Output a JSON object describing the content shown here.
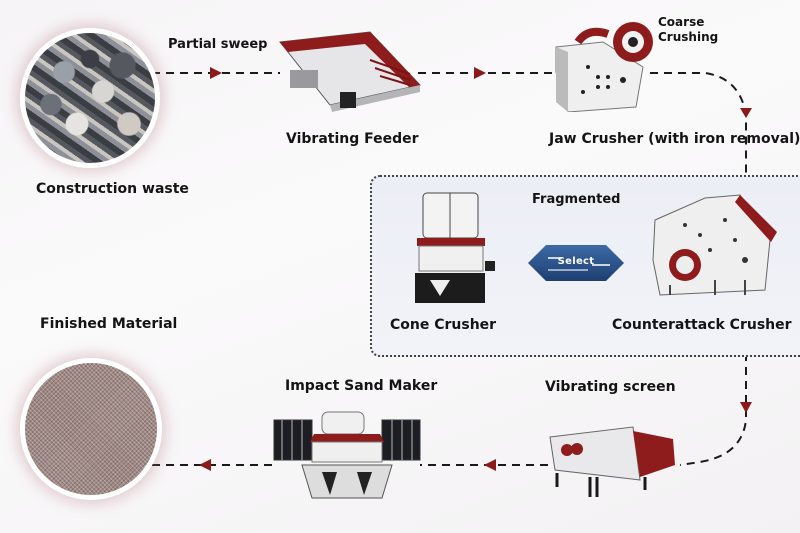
{
  "diagram": {
    "title": "Construction waste recycling process flow",
    "nodes": {
      "construction_waste": "Construction waste",
      "partial_sweep": "Partial sweep",
      "vibrating_feeder": "Vibrating Feeder",
      "jaw_crusher": "Jaw Crusher (with iron removal)",
      "coarse_crushing": "Coarse\nCrushing",
      "coarse_line1": "Coarse",
      "coarse_line2": "Crushing",
      "fragmented": "Fragmented",
      "cone_crusher": "Cone Crusher",
      "counterattack_crusher": "Counterattack Crusher",
      "select": "Select",
      "vibrating_screen": "Vibrating screen",
      "impact_sand_maker": "Impact Sand Maker",
      "finished_material": "Finished Material"
    },
    "flow": [
      "Construction waste",
      "Vibrating Feeder",
      "Jaw Crusher (with iron removal)",
      "Cone Crusher / Counterattack Crusher",
      "Vibrating screen",
      "Impact Sand Maker",
      "Finished Material"
    ],
    "colors": {
      "arrow": "#8b1a1a",
      "machine_red": "#8e1c1c",
      "select_blue": "#27518a",
      "panel_bg": "#eef0f6"
    }
  }
}
